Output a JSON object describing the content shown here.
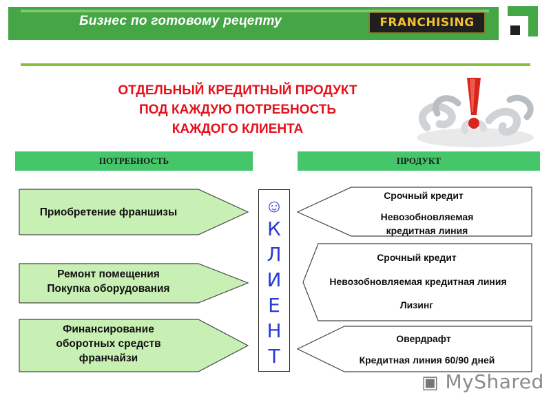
{
  "header": {
    "title": "Бизнес по готовому рецепту",
    "badge_label": "FRANCHISING"
  },
  "headline": {
    "line1": "ОТДЕЛЬНЫЙ КРЕДИТНЫЙ ПРОДУКТ",
    "line2": "ПОД КАЖДУЮ ПОТРЕБНОСТЬ",
    "line3": "КАЖДОГО КЛИЕНТА"
  },
  "columns": {
    "need": "ПОТРЕБНОСТЬ",
    "product": "ПРОДУКТ"
  },
  "needs": [
    {
      "line1": "Приобретение франшизы"
    },
    {
      "line1": "Ремонт помещения",
      "line2": "Покупка оборудования"
    },
    {
      "line1": "Финансирование",
      "line2": "оборотных средств",
      "line3": "франчайзи"
    }
  ],
  "client": {
    "smiley": "☺",
    "letters": [
      "К",
      "Л",
      "И",
      "Е",
      "Н",
      "Т"
    ]
  },
  "products": [
    {
      "line1": "Срочный кредит",
      "line2": "Невозобновляемая",
      "line3": "кредитная линия"
    },
    {
      "line1": "Срочный кредит",
      "line2": "Невозобновляемая кредитная линия",
      "line3": "Лизинг"
    },
    {
      "line1": "Овердрафт",
      "line2": "Кредитная линия 60/90 дней"
    }
  ],
  "watermark": "MyShared",
  "colors": {
    "header_green": "#45a646",
    "bar_green": "#45c66a",
    "need_fill": "#c9f0b4",
    "headline_red": "#e3111b",
    "client_blue": "#2a3ad6",
    "badge_gold": "#f2c12e"
  }
}
